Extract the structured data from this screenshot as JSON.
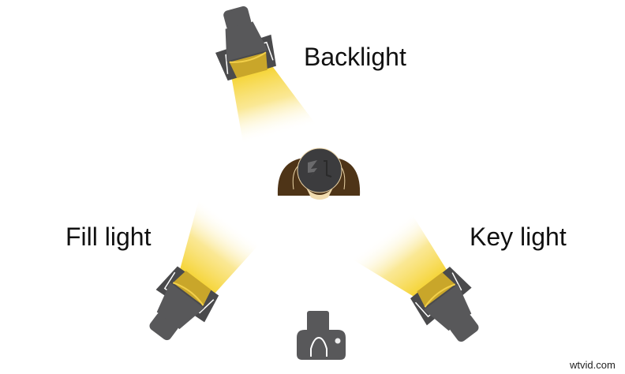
{
  "labels": {
    "backlight": "Backlight",
    "fill_light": "Fill light",
    "key_light": "Key light"
  },
  "watermark": "wtvid.com",
  "colors": {
    "light_body": "#58585a",
    "beam": "#f7d83a",
    "shoulders": "#4e3417",
    "head": "#3c3c3e",
    "camera": "#58585a"
  },
  "icons": [
    "backlight-icon",
    "fill-light-icon",
    "key-light-icon",
    "subject-icon",
    "camera-icon"
  ]
}
